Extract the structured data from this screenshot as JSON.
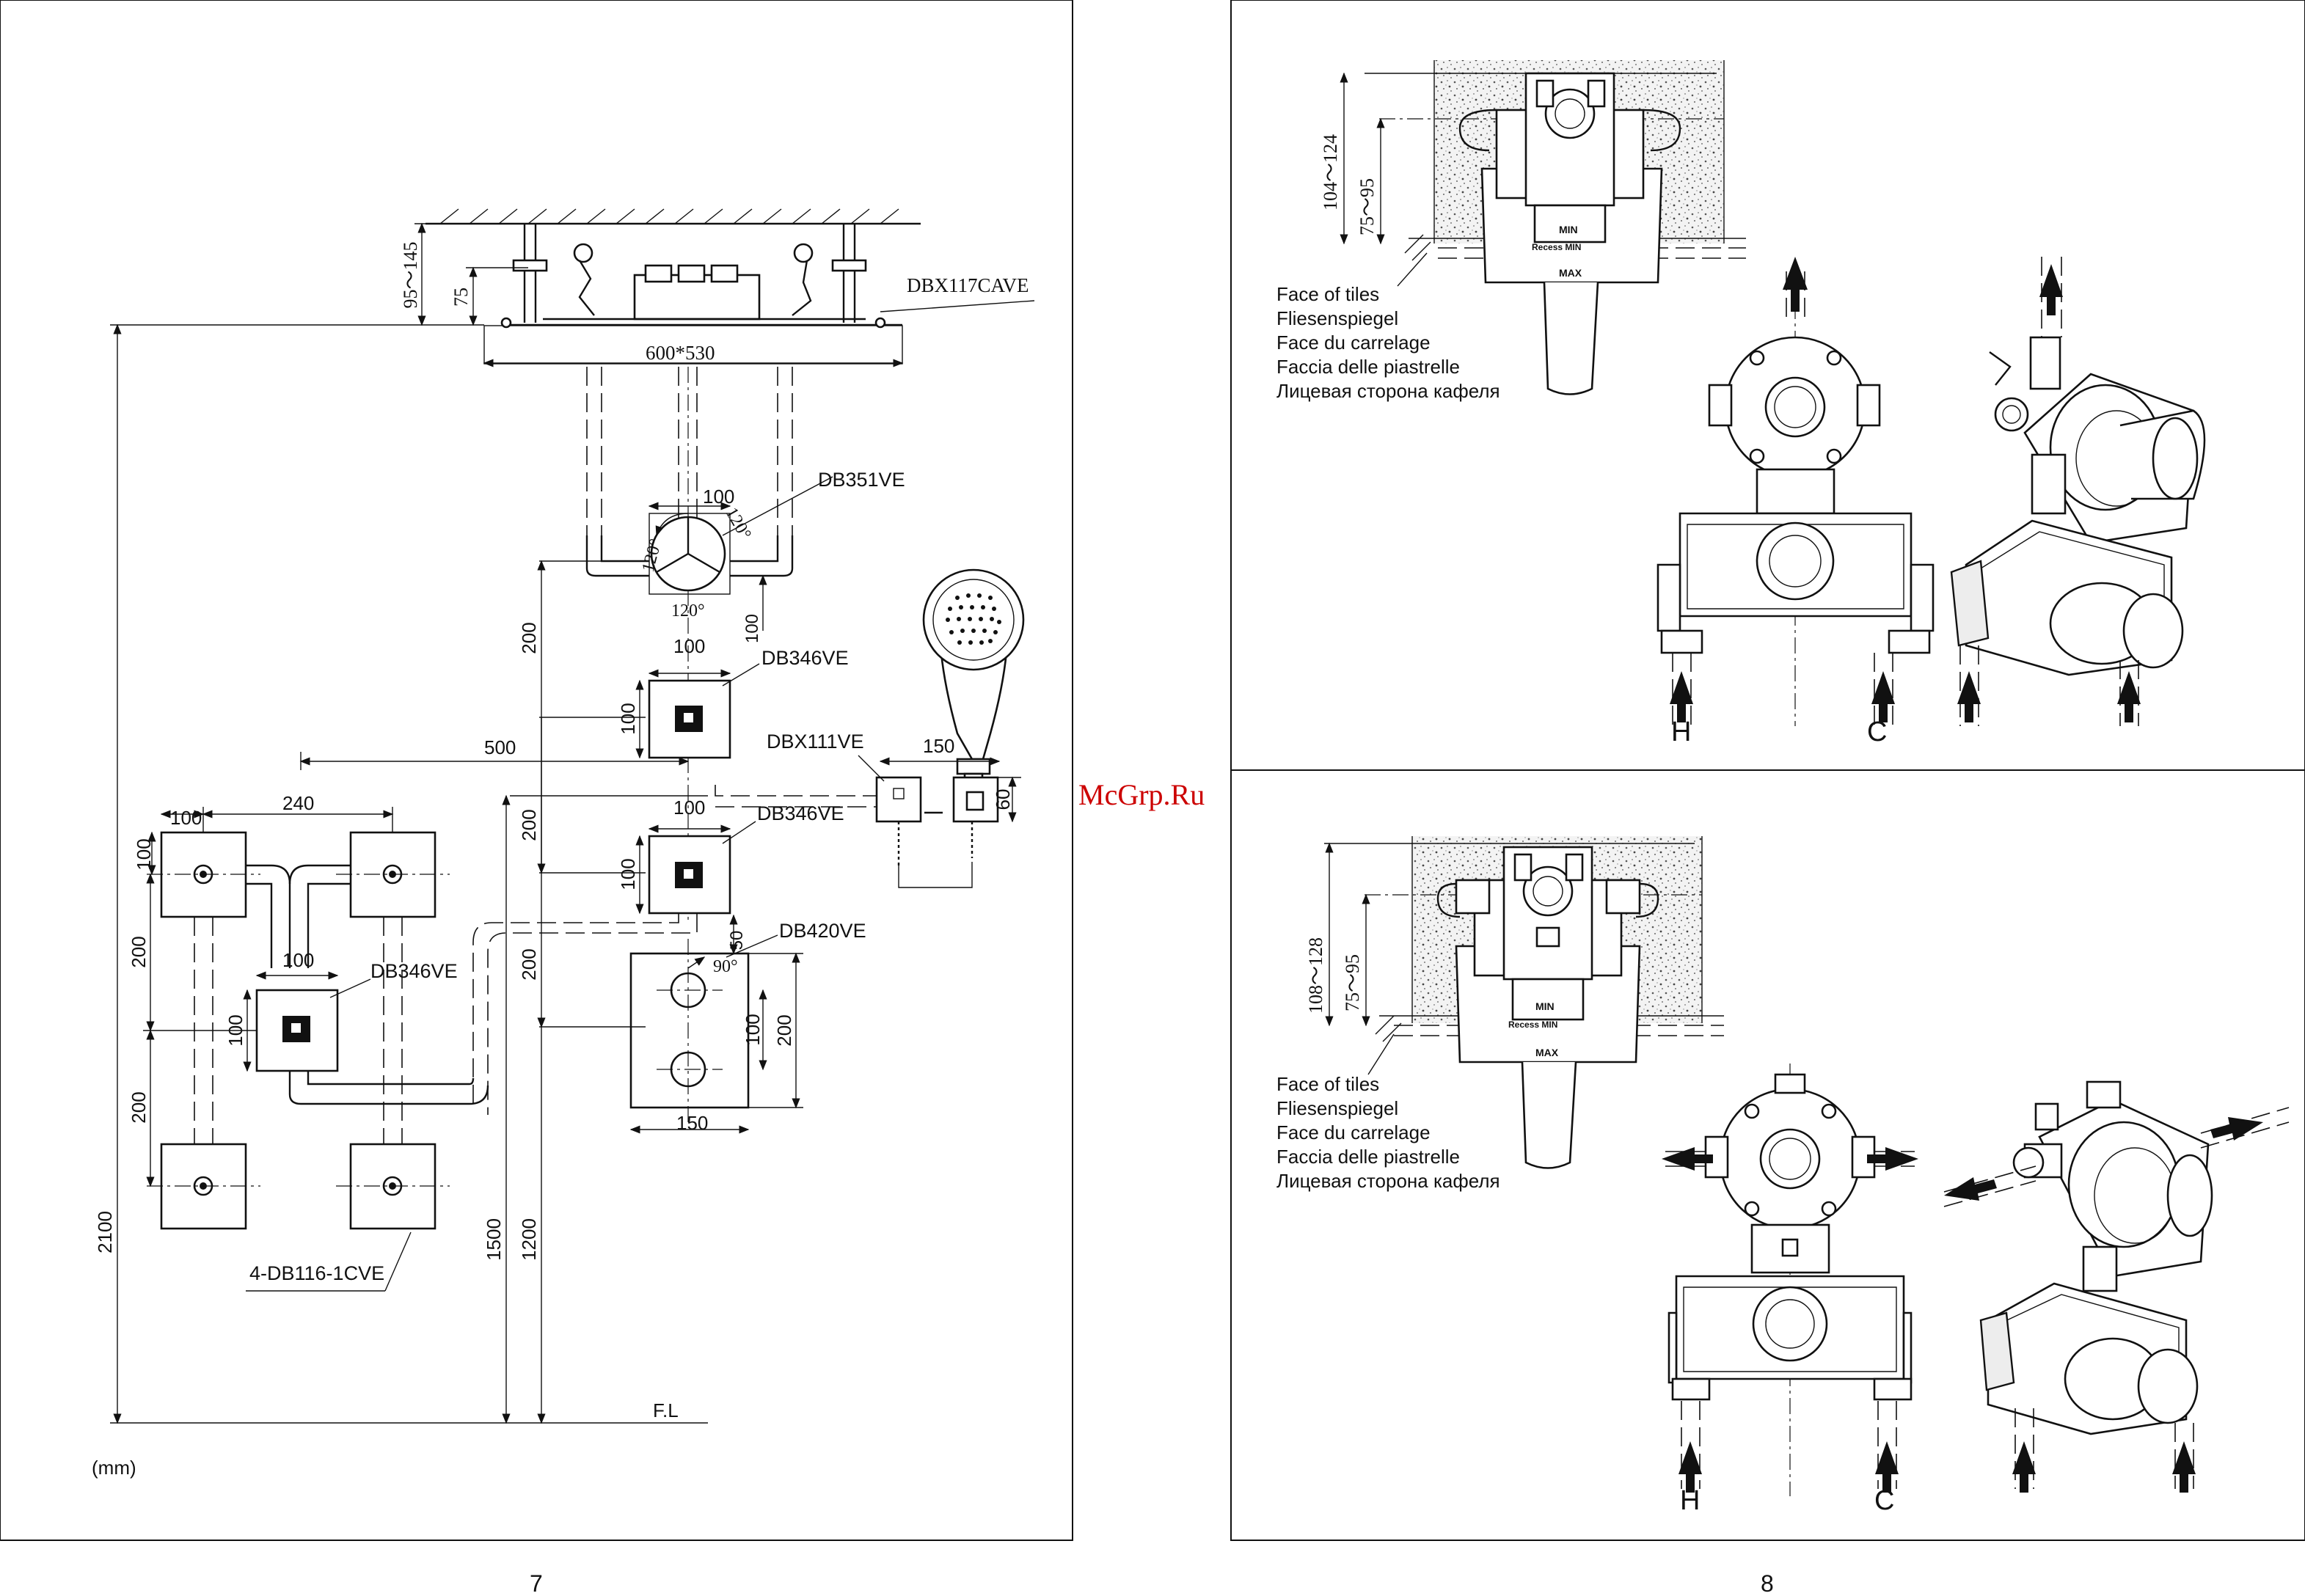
{
  "pages": {
    "left_number": "7",
    "right_number": "8"
  },
  "units": "(mm)",
  "watermark": "McGrp.Ru",
  "left_diagram": {
    "parts": {
      "overhead": "DBX117CAVE",
      "diverter": "DB351VE",
      "valve_upper": "DB346VE",
      "valve_middle": "DB346VE",
      "valve_left": "DB346VE",
      "hand_shower": "DBX111VE",
      "thermostat": "DB420VE",
      "body_jets": "4-DB116-1CVE"
    },
    "dims": {
      "ceiling_gap": "95～145",
      "mount_depth": "75",
      "panel_size": "600*530",
      "diverter_width": "100",
      "angle_a": "120°",
      "angle_b": "120°",
      "angle_c": "120°",
      "diverter_offset": "100",
      "valve_spacing": "200",
      "upper_valve_width": "100",
      "upper_valve_height": "100",
      "to_jets": "500",
      "hand_arm": "150",
      "hand_drop": "60",
      "middle_valve_width": "100",
      "middle_valve_spacing": "200",
      "middle_valve_height": "100",
      "thermo_offset": "50",
      "thermo_angle": "90°",
      "thermo_spacing": "200",
      "thermo_inner": "100",
      "thermo_height": "200",
      "thermo_width": "150",
      "jet_width": "100",
      "jet_spacing": "240",
      "jet_height": "100",
      "jet_row_a": "200",
      "jet_row_b": "200",
      "left_valve_width": "100",
      "left_valve_height": "100",
      "total_height": "2100",
      "valve_height": "1500",
      "thermo_level": "1200",
      "floor_line": "F.L"
    }
  },
  "right_diagrams": {
    "top": {
      "depth_range": "104～124",
      "min_depth": "75～95",
      "min_mark": "MIN",
      "recess_mark": "Recess MIN",
      "max_mark": "MAX",
      "inlet_hot": "H",
      "inlet_cold": "C"
    },
    "bottom": {
      "depth_range": "108～128",
      "min_depth": "75～95",
      "min_mark": "MIN",
      "recess_mark": "Recess MIN",
      "max_mark": "MAX",
      "inlet_hot": "H",
      "inlet_cold": "C"
    },
    "tile_face_labels": [
      "Face of tiles",
      "Fliesenspiegel",
      "Face du carrelage",
      "Faccia delle piastrelle",
      "Лицевая сторона кафеля"
    ]
  }
}
